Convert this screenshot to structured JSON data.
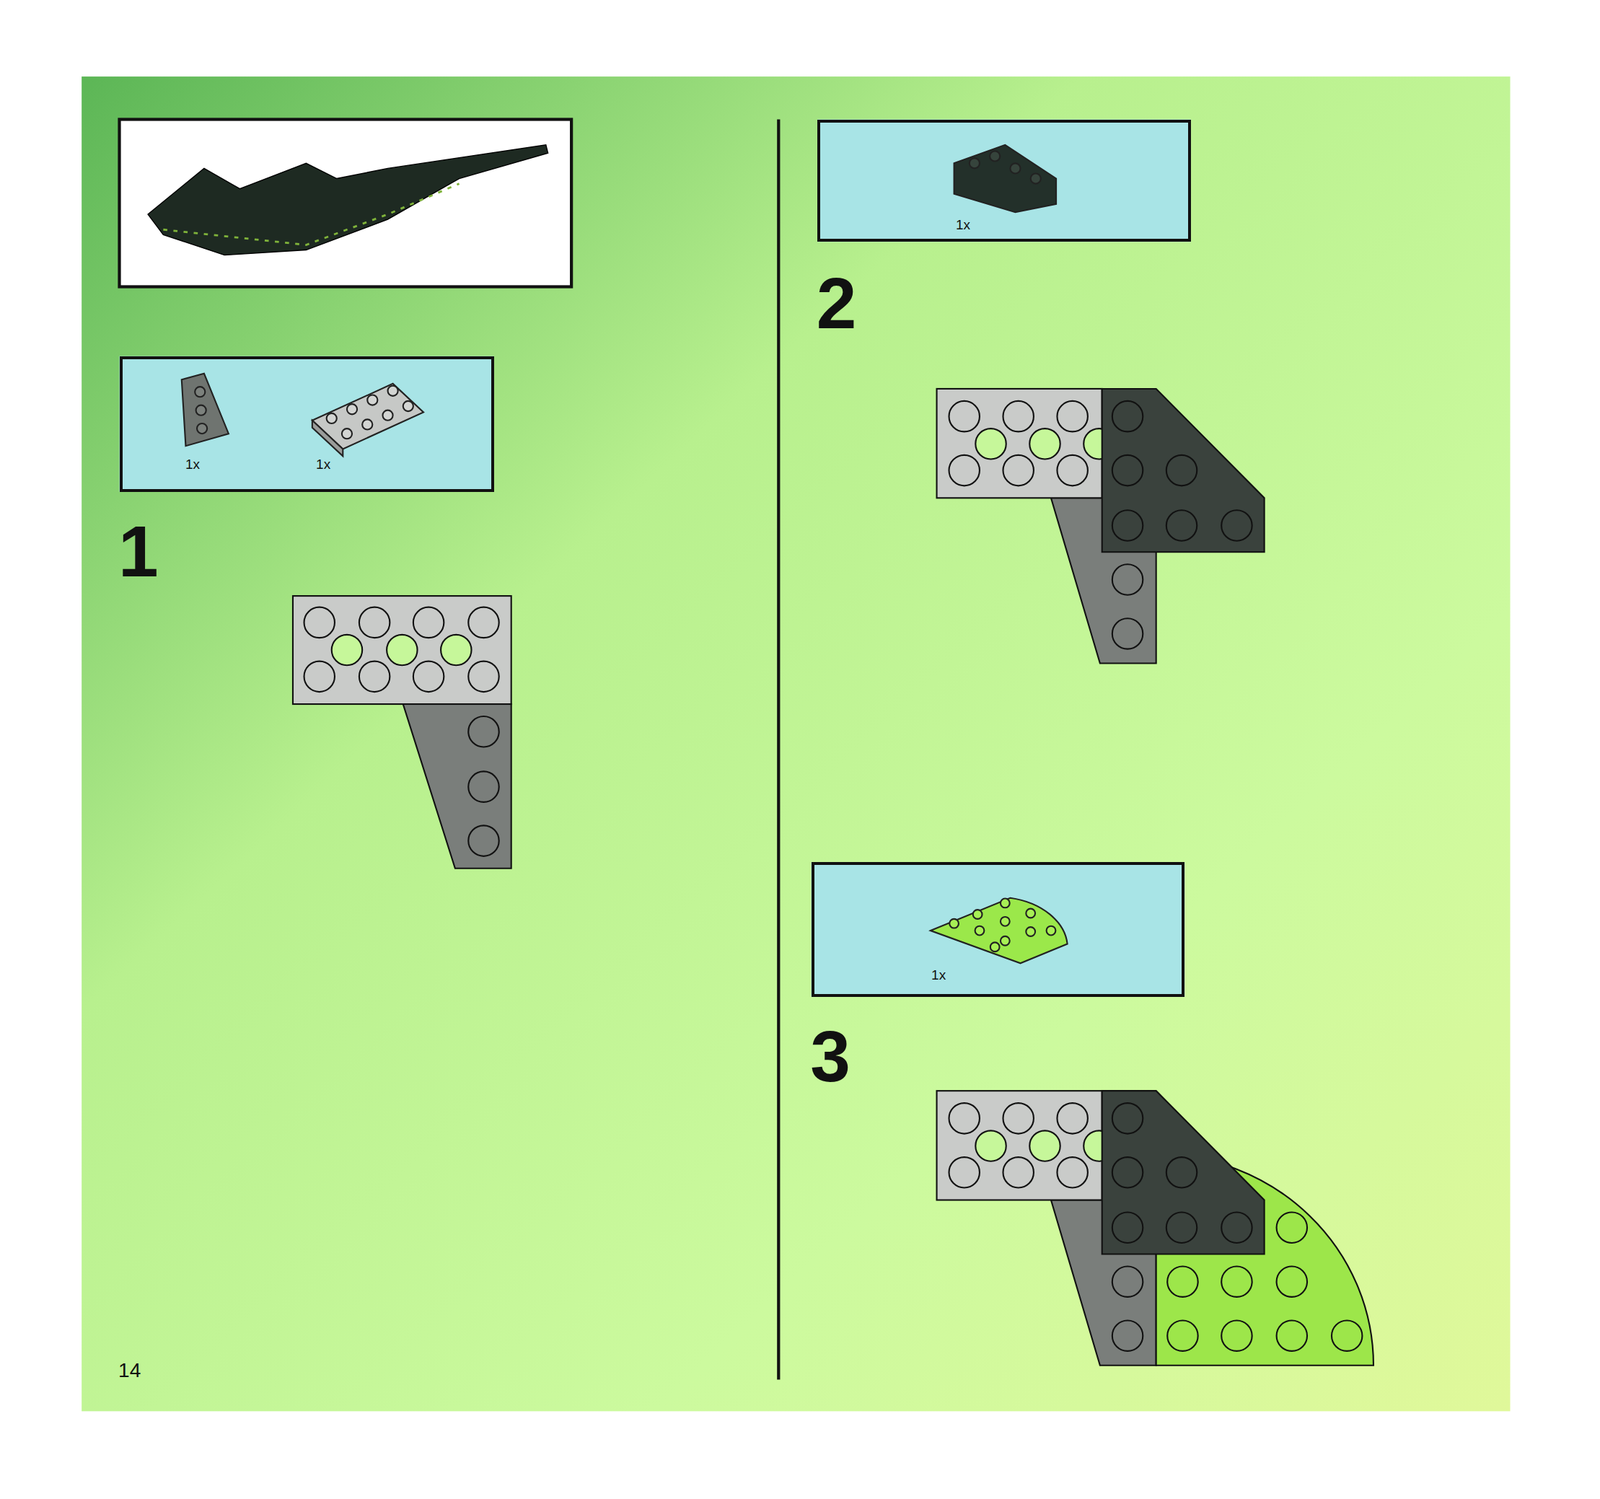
{
  "diagram": {
    "nodes": [
      {
        "text": [
          "1x",
          "1x"
        ]
      },
      {
        "text": [
          "1x"
        ]
      },
      {
        "text": [
          "1x"
        ]
      }
    ],
    "labels": [
      "1",
      "2",
      "3",
      "14"
    ]
  }
}
